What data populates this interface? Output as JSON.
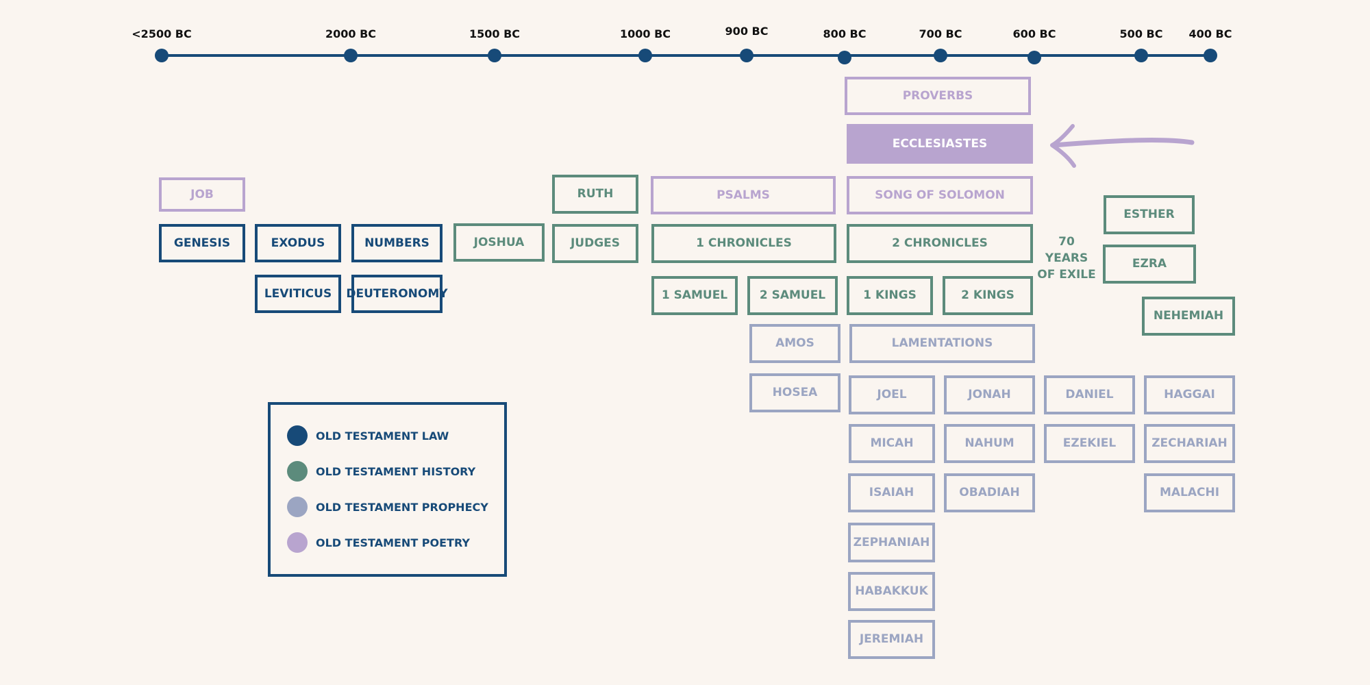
{
  "timeline": {
    "ticks": [
      "<2500 BC",
      "2000 BC",
      "1500 BC",
      "1000 BC",
      "900 BC",
      "800 BC",
      "700 BC",
      "600 BC",
      "500 BC",
      "400 BC"
    ]
  },
  "books": [
    {
      "name": "PROVERBS",
      "category": "poetry"
    },
    {
      "name": "ECCLESIASTES",
      "category": "poetry",
      "filled": true
    },
    {
      "name": "JOB",
      "category": "poetry"
    },
    {
      "name": "RUTH",
      "category": "history"
    },
    {
      "name": "PSALMS",
      "category": "poetry"
    },
    {
      "name": "SONG OF SOLOMON",
      "category": "poetry"
    },
    {
      "name": "ESTHER",
      "category": "history"
    },
    {
      "name": "GENESIS",
      "category": "law"
    },
    {
      "name": "EXODUS",
      "category": "law"
    },
    {
      "name": "NUMBERS",
      "category": "law"
    },
    {
      "name": "JOSHUA",
      "category": "history"
    },
    {
      "name": "JUDGES",
      "category": "history"
    },
    {
      "name": "1 CHRONICLES",
      "category": "history"
    },
    {
      "name": "2 CHRONICLES",
      "category": "history"
    },
    {
      "name": "EZRA",
      "category": "history"
    },
    {
      "name": "LEVITICUS",
      "category": "law"
    },
    {
      "name": "DEUTERONOMY",
      "category": "law"
    },
    {
      "name": "1 SAMUEL",
      "category": "history"
    },
    {
      "name": "2 SAMUEL",
      "category": "history"
    },
    {
      "name": "1 KINGS",
      "category": "history"
    },
    {
      "name": "2 KINGS",
      "category": "history"
    },
    {
      "name": "NEHEMIAH",
      "category": "history"
    },
    {
      "name": "AMOS",
      "category": "prophecy"
    },
    {
      "name": "LAMENTATIONS",
      "category": "prophecy"
    },
    {
      "name": "HOSEA",
      "category": "prophecy"
    },
    {
      "name": "JOEL",
      "category": "prophecy"
    },
    {
      "name": "JONAH",
      "category": "prophecy"
    },
    {
      "name": "DANIEL",
      "category": "prophecy"
    },
    {
      "name": "HAGGAI",
      "category": "prophecy"
    },
    {
      "name": "MICAH",
      "category": "prophecy"
    },
    {
      "name": "NAHUM",
      "category": "prophecy"
    },
    {
      "name": "EZEKIEL",
      "category": "prophecy"
    },
    {
      "name": "ZECHARIAH",
      "category": "prophecy"
    },
    {
      "name": "ISAIAH",
      "category": "prophecy"
    },
    {
      "name": "OBADIAH",
      "category": "prophecy"
    },
    {
      "name": "MALACHI",
      "category": "prophecy"
    },
    {
      "name": "ZEPHANIAH",
      "category": "prophecy"
    },
    {
      "name": "HABAKKUK",
      "category": "prophecy"
    },
    {
      "name": "JEREMIAH",
      "category": "prophecy"
    }
  ],
  "exile_note": {
    "lines": [
      "70",
      "YEARS",
      "OF EXILE"
    ]
  },
  "legend": {
    "items": [
      {
        "label": "OLD TESTAMENT LAW",
        "color": "#174a78"
      },
      {
        "label": "OLD TESTAMENT HISTORY",
        "color": "#5c8b7c"
      },
      {
        "label": "OLD TESTAMENT PROPHECY",
        "color": "#9ba5c2"
      },
      {
        "label": "OLD TESTAMENT POETRY",
        "color": "#b8a4cf"
      }
    ]
  },
  "colors": {
    "law": "#174a78",
    "history": "#5c8b7c",
    "prophecy": "#9ba5c2",
    "poetry": "#b8a4cf",
    "background": "#faf5f0"
  }
}
